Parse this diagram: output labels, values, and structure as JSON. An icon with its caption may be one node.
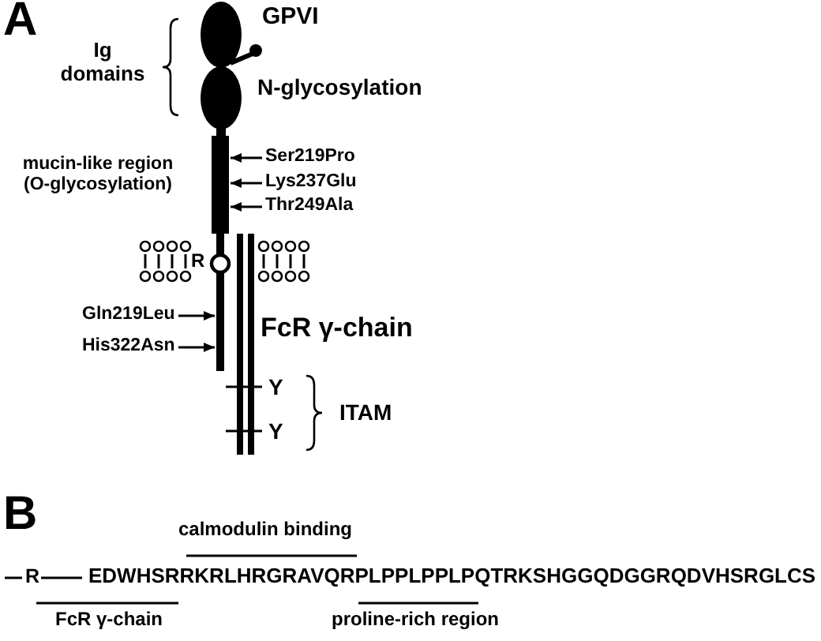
{
  "diagram": {
    "nodes": [
      {
        "text": [
          "Ser219Pro"
        ]
      },
      {
        "text": [
          "Lys237Glu"
        ]
      },
      {
        "text": [
          "Thr249Ala"
        ]
      },
      {
        "text": [
          "Gln219Leu"
        ]
      },
      {
        "text": [
          "His322Asn"
        ]
      },
      {
        "text": [],
        "shape": "bar"
      },
      {
        "text": [],
        "shape": "bar"
      }
    ],
    "edges": [
      {
        "from": 0,
        "to": 5,
        "arrow": "to"
      },
      {
        "from": 1,
        "to": 5,
        "arrow": "to"
      },
      {
        "from": 2,
        "to": 5,
        "arrow": "to"
      },
      {
        "from": 3,
        "to": 6,
        "arrow": "to"
      },
      {
        "from": 4,
        "to": 6,
        "arrow": "to"
      }
    ],
    "labels": [
      "A",
      "GPVI",
      "Ig domains",
      "N-glycosylation",
      "mucin-like region (O-glycosylation)",
      "R",
      "FcR γ-chain",
      "Y",
      "Y",
      "ITAM",
      "B",
      "calmodulin binding",
      "R",
      "EDWHSRRKRLHRGRAVQRPLPPLPPLPQTRKSHGGQDGGRQDVHSRGLCS",
      "FcR γ-chain",
      "proline-rich region"
    ]
  }
}
